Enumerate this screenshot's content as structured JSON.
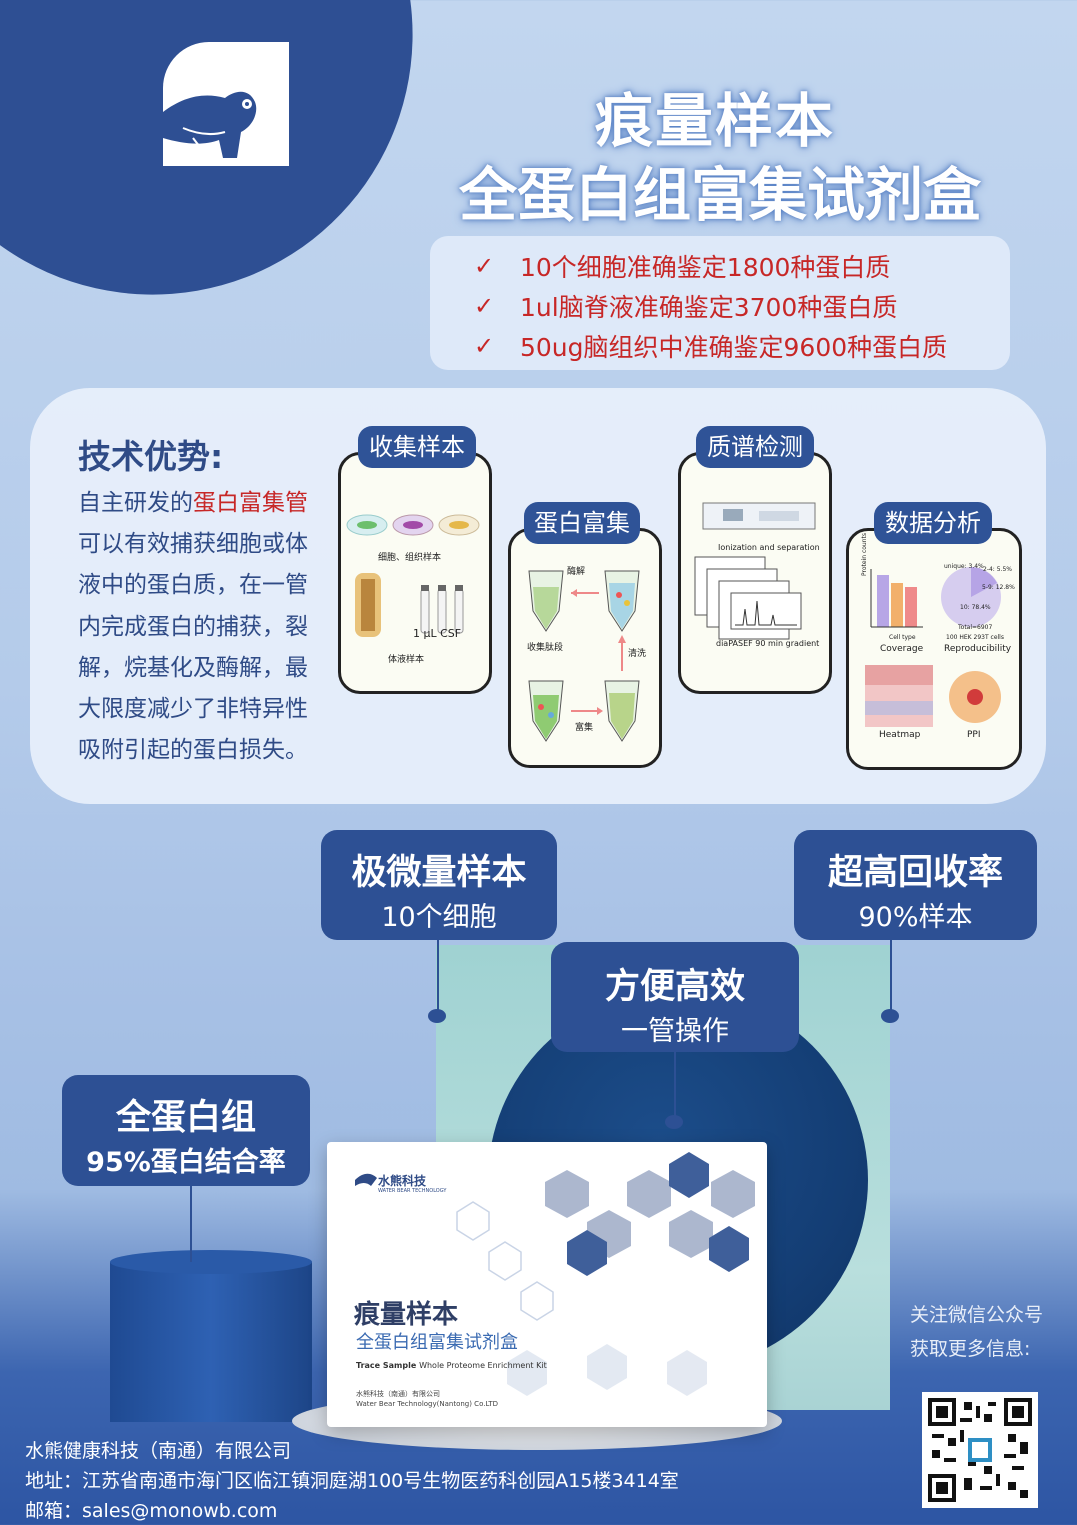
{
  "title": {
    "line1": "痕量样本",
    "line2": "全蛋白组富集试剂盒"
  },
  "features": [
    "10个细胞准确鉴定1800种蛋白质",
    "1ul脑脊液准确鉴定3700种蛋白质",
    "50ug脑组织中准确鉴定9600种蛋白质"
  ],
  "check_mark": "✓",
  "tech": {
    "title": "技术优势:",
    "text_before": "自主研发的",
    "text_highlight": "蛋白富集管",
    "text_after": "可以有效捕获细胞或体液中的蛋白质，在一管内完成蛋白的捕获，裂解，烷基化及酶解，最大限度减少了非特异性吸附引起的蛋白损失。"
  },
  "steps": {
    "collect": {
      "label": "收集样本",
      "cells_caption": "细胞、组织样本",
      "csf_caption": "1 μL CSF",
      "fluid_caption": "体液样本"
    },
    "enrich": {
      "label": "蛋白富集",
      "digest": "酶解",
      "collect_peptides": "收集肽段",
      "wash": "清洗",
      "enrich": "富集"
    },
    "ms": {
      "label": "质谱检测",
      "ionization": "Ionization and separation",
      "gradient": "diaPASEF 90 min gradient"
    },
    "analysis": {
      "label": "数据分析",
      "coverage": "Coverage",
      "reproducibility": "Reproducibility",
      "heatmap": "Heatmap",
      "ppi": "PPI",
      "cell_type": "Cell type",
      "y_axis": "Protein counts",
      "cells_note": "100 HEK 293T cells",
      "total": "Total=6907",
      "unique": "unique: 3.4%",
      "pie_a": "2-4: 5.5%",
      "pie_b": "5-9: 12.8%",
      "pie_c": "10: 78.4%"
    }
  },
  "callouts": {
    "micro": {
      "big": "极微量样本",
      "small": "10个细胞"
    },
    "recovery": {
      "big": "超高回收率",
      "small": "90%样本"
    },
    "convenient": {
      "big": "方便高效",
      "small": "一管操作"
    },
    "proteome": {
      "big": "全蛋白组",
      "small": "95%蛋白结合率"
    }
  },
  "product": {
    "brand_cn": "水熊科技",
    "brand_en": "WATER BEAR TECHNOLOGY",
    "title1": "痕量样本",
    "title2": "全蛋白组富集试剂盒",
    "title_en_bold": "Trace Sample",
    "title_en": "Whole Proteome Enrichment Kit",
    "company_cn": "水熊科技（南通）有限公司",
    "company_en": "Water Bear Technology(Nantong) Co.LTD"
  },
  "follow": {
    "line1": "关注微信公众号",
    "line2": "获取更多信息:"
  },
  "company": {
    "name": "水熊健康科技（南通）有限公司",
    "address": "地址：江苏省南通市海门区临江镇洞庭湖100号生物医药科创园A15楼3414室",
    "email": "邮箱：sales@monowb.com"
  },
  "colors": {
    "navy": "#2d5094",
    "red": "#c72727",
    "text": "#2f4b86"
  }
}
